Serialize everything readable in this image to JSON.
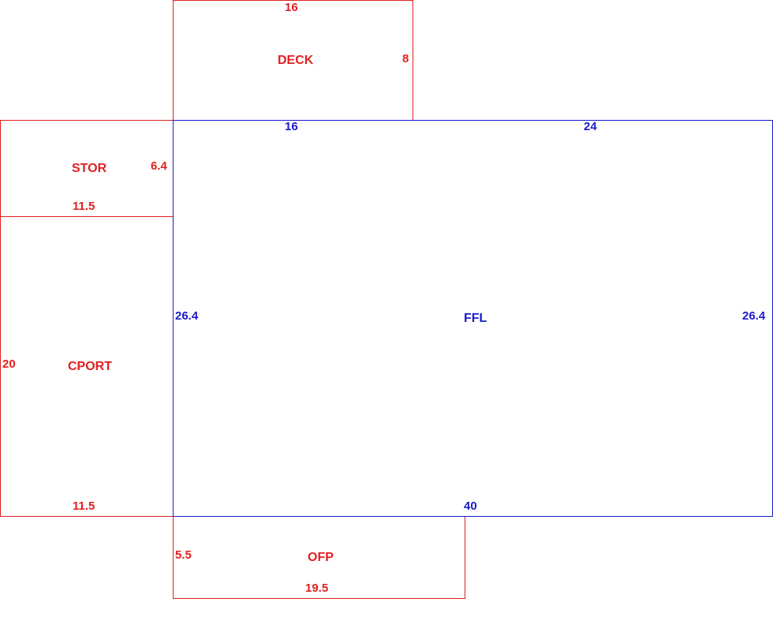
{
  "colors": {
    "exterior_outline": "#e02020",
    "living_area_outline": "#1a1acc"
  },
  "rooms": {
    "deck": {
      "name": "DECK",
      "dims": [
        "16",
        "8"
      ]
    },
    "stor": {
      "name": "STOR",
      "dims": [
        "6.4",
        "11.5"
      ]
    },
    "cport": {
      "name": "CPORT",
      "dims": [
        "20",
        "11.5"
      ]
    },
    "ffl": {
      "name": "FFL",
      "dims": [
        "16",
        "24",
        "26.4",
        "26.4",
        "40"
      ]
    },
    "ofp": {
      "name": "OFP",
      "dims": [
        "5.5",
        "19.5"
      ]
    }
  }
}
